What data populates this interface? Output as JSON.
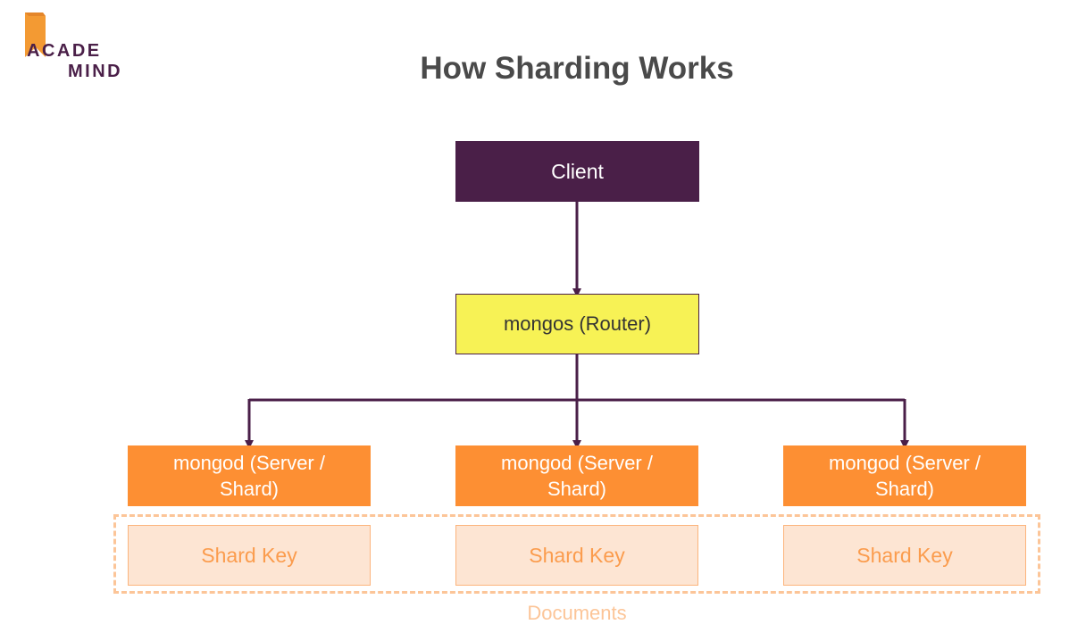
{
  "logo": {
    "line1": "ACADE",
    "line2": "MIND"
  },
  "title": "How Sharding Works",
  "nodes": {
    "client": "Client",
    "router": "mongos (Router)",
    "shards": [
      "mongod (Server / Shard)",
      "mongod (Server / Shard)",
      "mongod (Server / Shard)"
    ],
    "shard_keys": [
      "Shard Key",
      "Shard Key",
      "Shard Key"
    ]
  },
  "group_label": "Documents",
  "colors": {
    "client": "#4a1f48",
    "router": "#f7f255",
    "shard": "#fd8f33",
    "shard_key": "#fde5d3",
    "arrow": "#4a1f48",
    "documents": "#fcc598"
  }
}
